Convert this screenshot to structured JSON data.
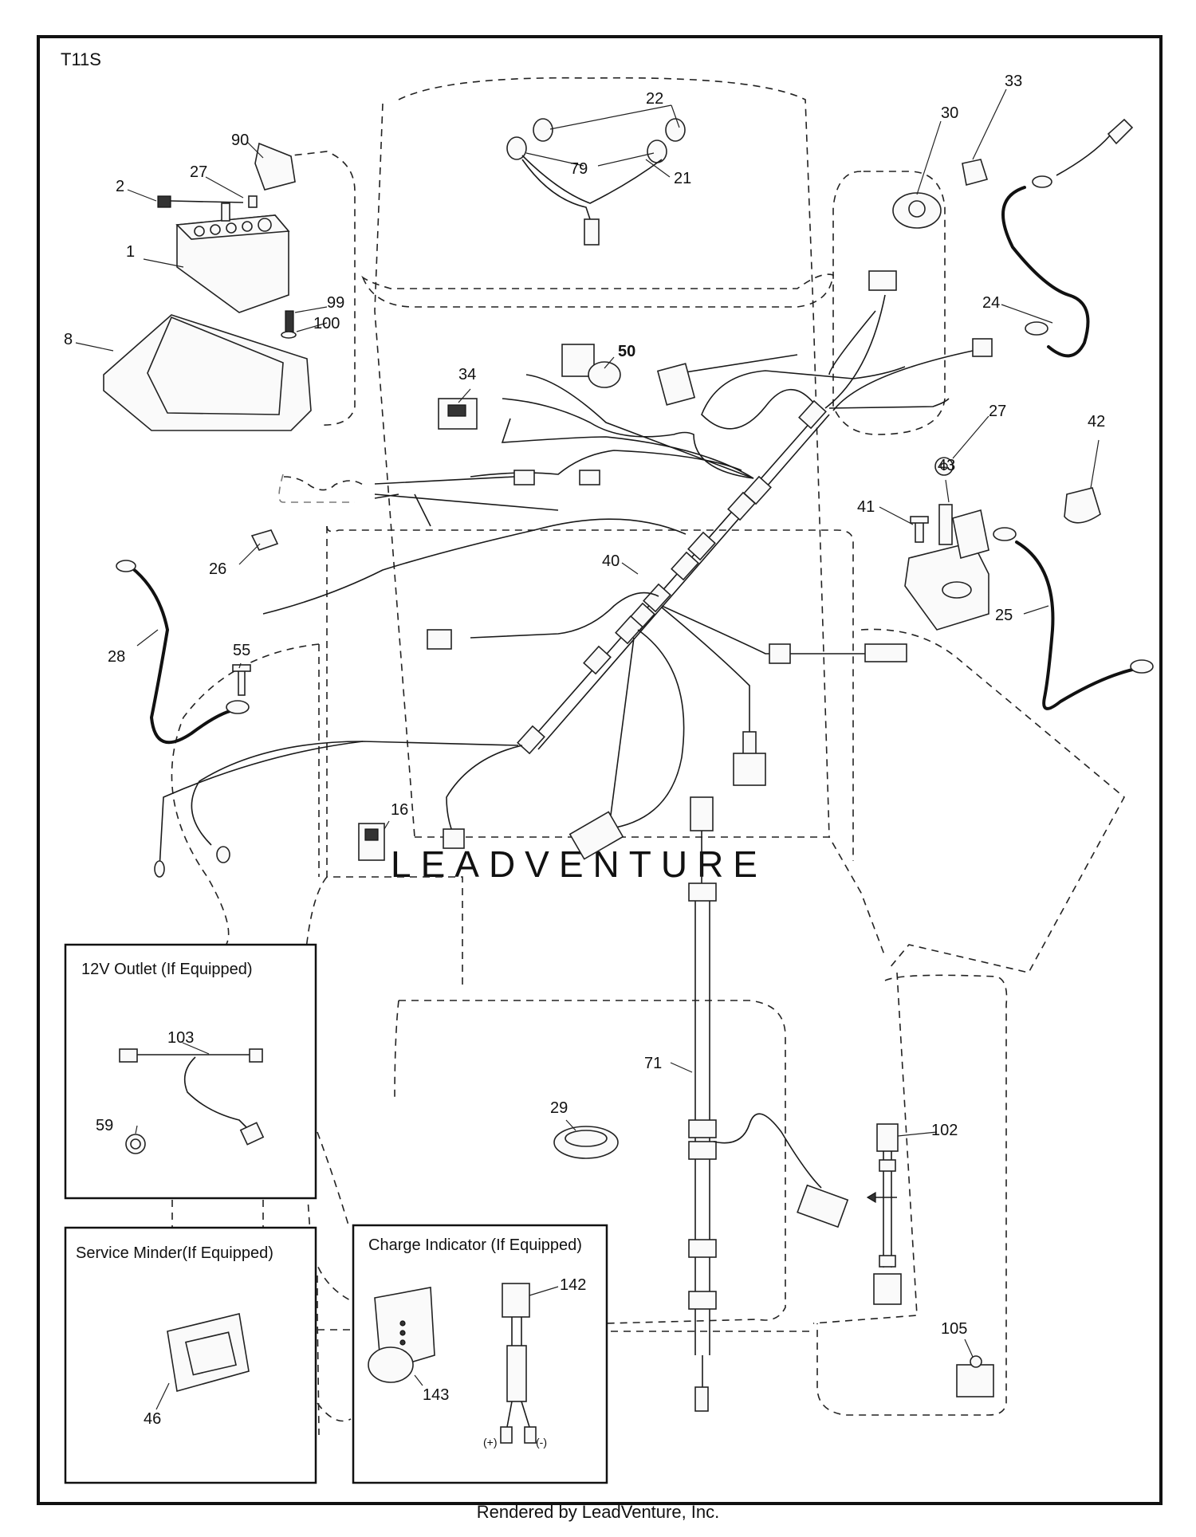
{
  "diagram_code": "T11S",
  "watermark": "LEADVENTURE",
  "footer": "Rendered by LeadVenture, Inc.",
  "boxes": {
    "outlet": "12V Outlet (If Equipped)",
    "service_minder": "Service Minder(If Equipped)",
    "charge_indicator": "Charge Indicator (If Equipped)"
  },
  "polarity": {
    "plus": "(+)",
    "minus": "(-)"
  },
  "callouts": {
    "c1": "1",
    "c2": "2",
    "c8": "8",
    "c16": "16",
    "c21": "21",
    "c22": "22",
    "c24": "24",
    "c25": "25",
    "c26": "26",
    "c27a": "27",
    "c27b": "27",
    "c28": "28",
    "c29": "29",
    "c30": "30",
    "c33": "33",
    "c34": "34",
    "c40": "40",
    "c41": "41",
    "c42": "42",
    "c43": "43",
    "c46": "46",
    "c50": "50",
    "c55": "55",
    "c59": "59",
    "c71": "71",
    "c79": "79",
    "c90": "90",
    "c99": "99",
    "c100": "100",
    "c102": "102",
    "c103": "103",
    "c105": "105",
    "c142": "142",
    "c143": "143"
  }
}
